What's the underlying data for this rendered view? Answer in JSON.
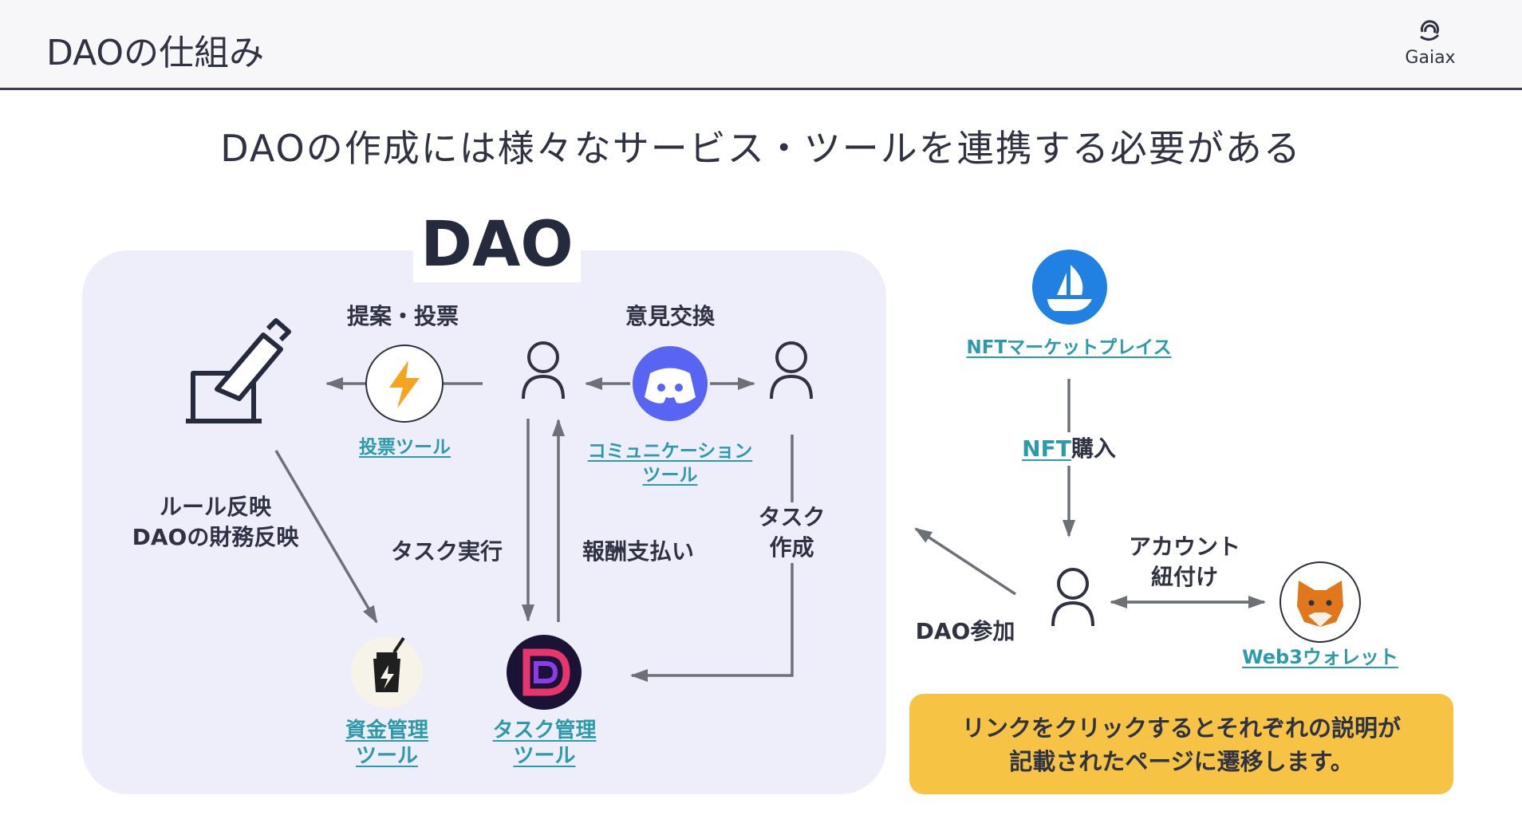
{
  "header": {
    "title": "DAOの仕組み",
    "brand": "Gaiax"
  },
  "subtitle": "DAOの作成には様々なサービス・ツールを連携する必要がある",
  "dao": {
    "title": "DAO",
    "proposal_vote": "提案・投票",
    "opinion_exchange": "意見交換",
    "rule_reflect": "ルール反映",
    "finance_reflect": "DAOの財務反映",
    "task_execute": "タスク実行",
    "reward_payment": "報酬支払い",
    "task_create_1": "タスク",
    "task_create_2": "作成",
    "links": {
      "voting_tool": "投票ツール",
      "communication_tool_1": "コミュニケーション",
      "communication_tool_2": "ツール",
      "fund_tool_1": "資金管理",
      "fund_tool_2": "ツール",
      "task_tool_1": "タスク管理",
      "task_tool_2": "ツール"
    }
  },
  "external": {
    "nft_marketplace": "NFTマーケットプレイス",
    "nft_link": "NFT",
    "nft_purchase": "購入",
    "account_link_1": "アカウント",
    "account_link_2": "紐付け",
    "dao_join": "DAO参加",
    "web3_wallet": "Web3ウォレット"
  },
  "note": {
    "line1": "リンクをクリックするとそれぞれの説明が",
    "line2": "記載されたページに遷移します。"
  },
  "colors": {
    "panel": "#eeeefa",
    "link": "#2d9aab",
    "note": "#f6c344",
    "discord": "#5865f2",
    "opensea": "#2081e2"
  },
  "icons": {
    "ballot": "ballot-box-icon",
    "voting": "lightning-icon",
    "discord": "discord-icon",
    "user": "user-icon",
    "fund": "juicebox-icon",
    "task": "dework-icon",
    "opensea": "opensea-icon",
    "wallet": "metamask-fox-icon"
  }
}
